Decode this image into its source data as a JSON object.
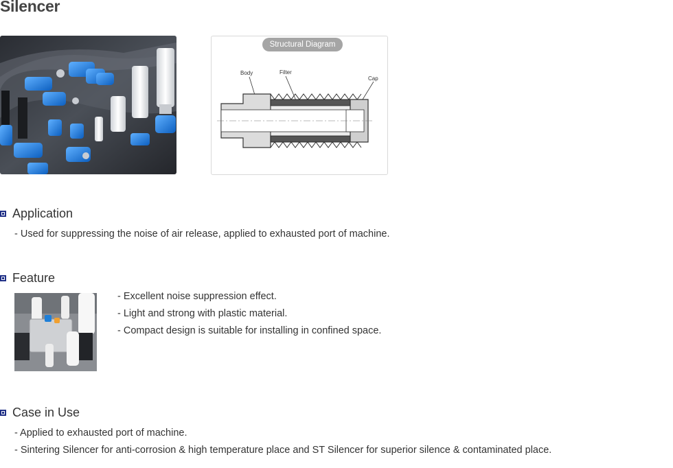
{
  "title": "Silencer",
  "diagram": {
    "title": "Structural Diagram",
    "labels": {
      "body": "Body",
      "filter": "Filter",
      "cap": "Cap"
    }
  },
  "sections": {
    "application": {
      "title": "Application",
      "lines": [
        "- Used for suppressing the noise of air release, applied to exhausted port of machine."
      ]
    },
    "feature": {
      "title": "Feature",
      "lines": [
        "- Excellent noise suppression effect.",
        "- Light and strong with plastic material.",
        "- Compact design is suitable for installing in confined space."
      ]
    },
    "case_in_use": {
      "title": "Case in Use",
      "lines": [
        "- Applied to exhausted port of machine.",
        "- Sintering Silencer for anti-corrosion & high temperature place and ST Silencer for superior silence & contaminated place."
      ]
    }
  },
  "colors": {
    "bullet": "#1f2f86",
    "fitting_blue": "#1e7fd8",
    "pill": "#a5a5a5"
  }
}
